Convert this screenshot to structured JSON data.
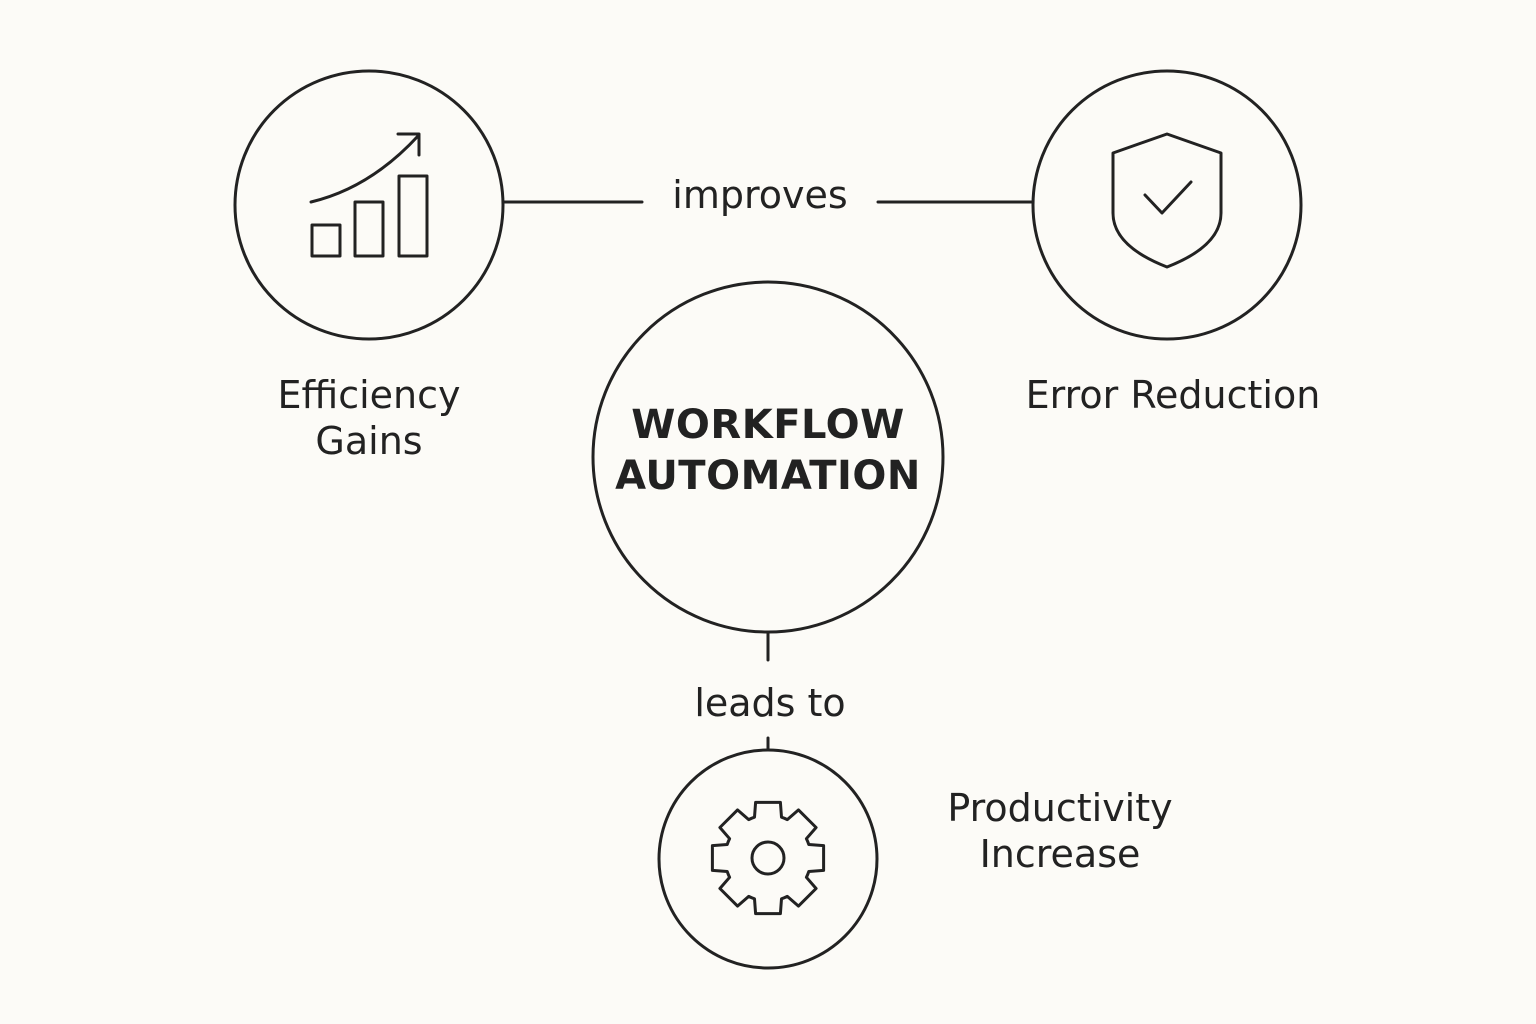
{
  "colors": {
    "background": "#fcfbf7",
    "stroke": "#222222",
    "text": "#222222"
  },
  "center": {
    "line1": "WORKFLOW",
    "line2": "AUTOMATION"
  },
  "nodes": {
    "efficiency": {
      "line1": "Efficiency",
      "line2": "Gains",
      "icon": "bar-chart-growth-icon"
    },
    "error": {
      "label": "Error Reduction",
      "icon": "shield-check-icon"
    },
    "productivity": {
      "line1": "Productivity",
      "line2": "Increase",
      "icon": "gear-icon"
    }
  },
  "edges": {
    "improves": "improves",
    "leads_to": "leads to"
  }
}
